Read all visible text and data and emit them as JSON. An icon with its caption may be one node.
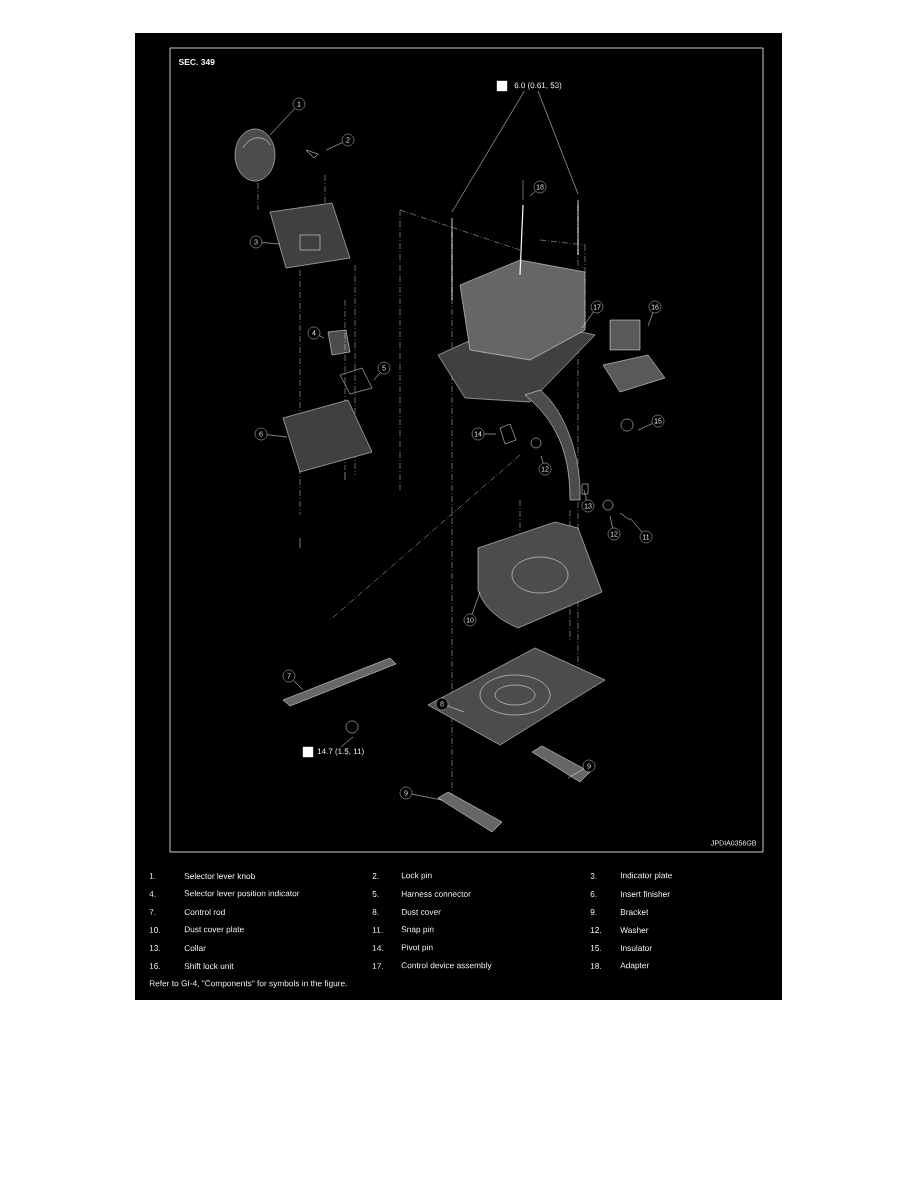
{
  "diagram": {
    "nodes": [
      {
        "text": [
          "1"
        ]
      },
      {
        "text": [
          "2"
        ]
      },
      {
        "text": [
          "3"
        ]
      },
      {
        "text": [
          "4"
        ]
      },
      {
        "text": [
          "5"
        ]
      },
      {
        "text": [
          "6"
        ]
      },
      {
        "text": [
          "7"
        ]
      },
      {
        "text": [
          "8"
        ]
      },
      {
        "text": [
          "9"
        ]
      },
      {
        "text": [
          "9"
        ]
      },
      {
        "text": [
          "10"
        ]
      },
      {
        "text": [
          "11"
        ]
      },
      {
        "text": [
          "12"
        ]
      },
      {
        "text": [
          "12"
        ]
      },
      {
        "text": [
          "13"
        ]
      },
      {
        "text": [
          "14"
        ]
      },
      {
        "text": [
          "15"
        ]
      },
      {
        "text": [
          "16"
        ]
      },
      {
        "text": [
          "17"
        ]
      },
      {
        "text": [
          "18"
        ]
      },
      {
        "text": [
          "6.0 (0.61, 53)"
        ]
      },
      {
        "text": [
          "14.7 (1.5, 11)"
        ]
      }
    ],
    "edges": [
      {
        "from": 0,
        "to": null,
        "arrow": "none"
      },
      {
        "from": 1,
        "to": null,
        "arrow": "none"
      },
      {
        "from": 2,
        "to": null,
        "arrow": "none"
      },
      {
        "from": 3,
        "to": null,
        "arrow": "none"
      },
      {
        "from": 4,
        "to": null,
        "arrow": "none"
      },
      {
        "from": 5,
        "to": null,
        "arrow": "none"
      },
      {
        "from": 6,
        "to": null,
        "arrow": "none"
      },
      {
        "from": 7,
        "to": null,
        "arrow": "none"
      },
      {
        "from": 8,
        "to": null,
        "arrow": "none"
      },
      {
        "from": 9,
        "to": null,
        "arrow": "none"
      },
      {
        "from": 10,
        "to": null,
        "arrow": "none"
      },
      {
        "from": 11,
        "to": null,
        "arrow": "none"
      },
      {
        "from": 12,
        "to": null,
        "arrow": "none"
      },
      {
        "from": 13,
        "to": null,
        "arrow": "none"
      },
      {
        "from": 14,
        "to": null,
        "arrow": "none"
      },
      {
        "from": 15,
        "to": null,
        "arrow": "none"
      },
      {
        "from": 16,
        "to": null,
        "arrow": "none"
      },
      {
        "from": 17,
        "to": null,
        "arrow": "none"
      },
      {
        "from": 18,
        "to": null,
        "arrow": "none"
      },
      {
        "from": 19,
        "to": null,
        "arrow": "none"
      },
      {
        "from": 20,
        "to": null,
        "arrow": "none"
      },
      {
        "from": 20,
        "to": null,
        "arrow": "none"
      },
      {
        "from": 21,
        "to": null,
        "arrow": "none"
      }
    ],
    "labels": [
      "SEC. 349",
      "JPDIA0356GB",
      "1.",
      "Selector lever knob",
      "2.",
      "Lock pin",
      "3.",
      "Indicator plate",
      "4.",
      "Selector lever position indicator",
      "5.",
      "Harness connector",
      "6.",
      "Insert finisher",
      "7.",
      "Control rod",
      "8.",
      "Dust cover",
      "9.",
      "Bracket",
      "10.",
      "Dust cover plate",
      "11.",
      "Snap pin",
      "12.",
      "Washer",
      "13.",
      "Collar",
      "14.",
      "Pivot pin",
      "15.",
      "Insulator",
      "16.",
      "Shift lock unit",
      "17.",
      "Control device assembly",
      "18.",
      "Adapter",
      "Refer to GI-4, \"Components\" for symbols in the figure."
    ]
  }
}
